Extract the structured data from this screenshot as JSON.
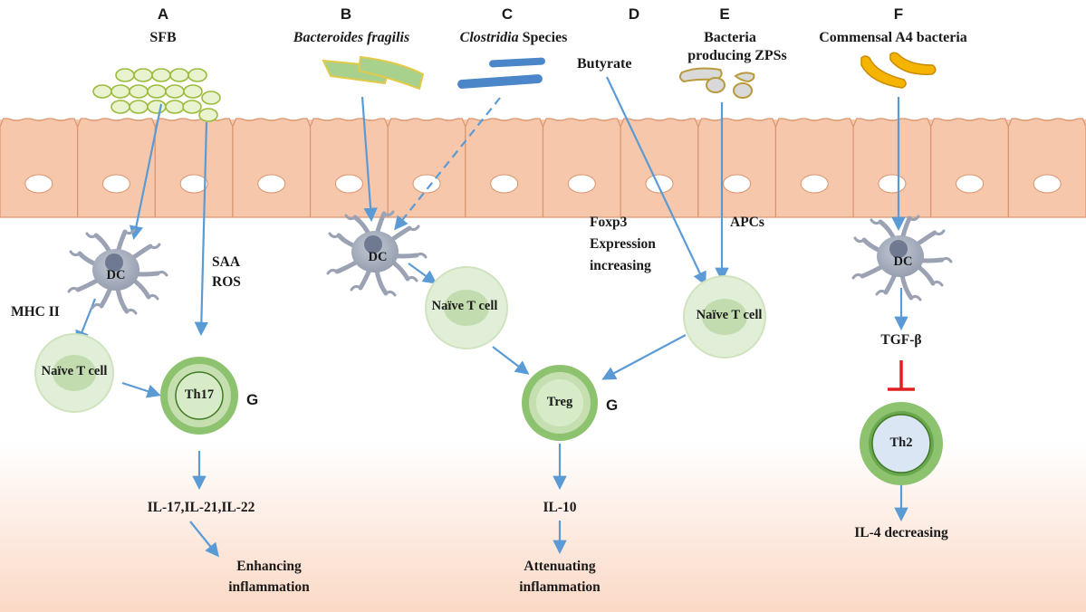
{
  "panels": [
    {
      "letter": "A",
      "title": "SFB"
    },
    {
      "letter": "B",
      "title_italic": "Bacteroides fragilis"
    },
    {
      "letter": "C",
      "title_italic": "Clostridia",
      "title_rest": " Species"
    },
    {
      "letter": "D",
      "title": "Butyrate"
    },
    {
      "letter": "E",
      "title_line1": "Bacteria",
      "title_line2": "producing ZPSs"
    },
    {
      "letter": "F",
      "title": "Commensal A4 bacteria"
    }
  ],
  "cells": {
    "dc": "DC",
    "naive_t": "Naïve T cell",
    "th17": "Th17",
    "treg": "Treg",
    "th2": "Th2"
  },
  "labels": {
    "mhc": "MHC II",
    "saa": "SAA",
    "ros": "ROS",
    "g": "G",
    "foxp3_1": "Foxp3",
    "foxp3_2": "Expression",
    "foxp3_3": "increasing",
    "apcs": "APCs",
    "tgf": "TGF-β",
    "cytokines_a": "IL-17,IL-21,IL-22",
    "outcome_a1": "Enhancing",
    "outcome_a2": "inflammation",
    "il10": "IL-10",
    "outcome_c1": "Attenuating",
    "outcome_c2": "inflammation",
    "il4": "IL-4 decreasing"
  },
  "colors": {
    "arrow": "#5b9bd5",
    "epithelium": "#f6c7ab",
    "epithelium_edge": "#d9956f",
    "lamina_gradient_end": "#fbd9c6",
    "sfb_fill": "#e9f3cf",
    "sfb_edge": "#9bbb3c",
    "bfrag_fill": "#a9d18e",
    "bfrag_edge": "#e2c948",
    "clostridia": "#4a86c8",
    "zps_fill": "#d9d9d9",
    "zps_edge": "#b89a3c",
    "a4_fill": "#f4b400",
    "a4_edge": "#c98a00",
    "dc_body": "#a6aebd",
    "dc_nucleus": "#6f7a92",
    "naive_outer": "#e2efd8",
    "naive_inner": "#c3dcaf",
    "effector_ring": "#8dc26f",
    "th2_center": "#dbe6f5",
    "inhibit": "#e02020"
  }
}
